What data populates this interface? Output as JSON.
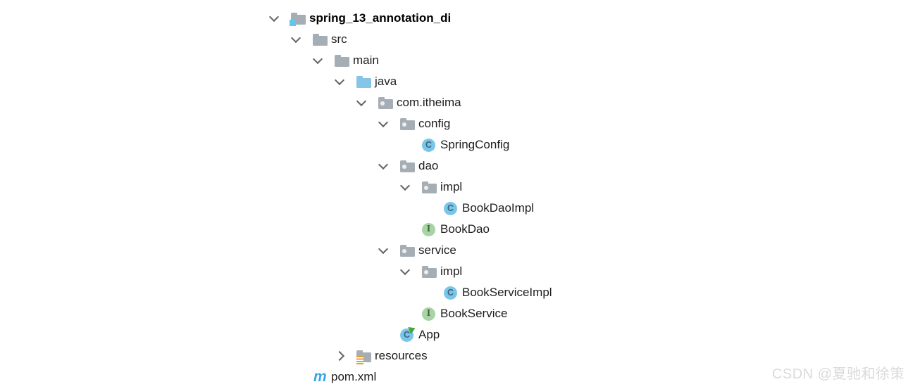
{
  "app": {
    "view": "intellij-project-tree"
  },
  "colors": {
    "background": "#ffffff",
    "folder_gray": "#a6aeb5",
    "source_root_blue": "#85c5e8",
    "module_badge_blue": "#63c6ef",
    "class_circle_blue": "#7ac6e9",
    "interface_circle_green": "#a8d4a5",
    "run_arrow_green": "#4aa53b",
    "resources_badge_amber": "#e5a23b",
    "maven_blue": "#39a5e3",
    "label_text": "#1d1d1d",
    "chevron_gray": "#636363",
    "watermark_gray": "#dadada"
  },
  "icons": {
    "class_letter": "C",
    "interface_letter": "I",
    "maven_letter": "m"
  },
  "tree": {
    "rows": [
      {
        "label": "spring_13_annotation_di",
        "icon": "module-folder-icon",
        "level": 0,
        "chevron": "down",
        "bold": true
      },
      {
        "label": "src",
        "icon": "folder-icon",
        "level": 1,
        "chevron": "down",
        "bold": false
      },
      {
        "label": "main",
        "icon": "folder-icon",
        "level": 2,
        "chevron": "down",
        "bold": false
      },
      {
        "label": "java",
        "icon": "source-root-folder-icon",
        "level": 3,
        "chevron": "down",
        "bold": false
      },
      {
        "label": "com.itheima",
        "icon": "package-icon",
        "level": 4,
        "chevron": "down",
        "bold": false
      },
      {
        "label": "config",
        "icon": "package-icon",
        "level": 5,
        "chevron": "down",
        "bold": false
      },
      {
        "label": "SpringConfig",
        "icon": "class-icon",
        "level": 6,
        "chevron": "none",
        "bold": false
      },
      {
        "label": "dao",
        "icon": "package-icon",
        "level": 5,
        "chevron": "down",
        "bold": false
      },
      {
        "label": "impl",
        "icon": "package-icon",
        "level": 6,
        "chevron": "down",
        "bold": false
      },
      {
        "label": "BookDaoImpl",
        "icon": "class-icon",
        "level": 7,
        "chevron": "none",
        "bold": false
      },
      {
        "label": "BookDao",
        "icon": "interface-icon",
        "level": 6,
        "chevron": "none",
        "bold": false
      },
      {
        "label": "service",
        "icon": "package-icon",
        "level": 5,
        "chevron": "down",
        "bold": false
      },
      {
        "label": "impl",
        "icon": "package-icon",
        "level": 6,
        "chevron": "down",
        "bold": false
      },
      {
        "label": "BookServiceImpl",
        "icon": "class-icon",
        "level": 7,
        "chevron": "none",
        "bold": false
      },
      {
        "label": "BookService",
        "icon": "interface-icon",
        "level": 6,
        "chevron": "none",
        "bold": false
      },
      {
        "label": "App",
        "icon": "runnable-class-icon",
        "level": 5,
        "chevron": "none",
        "bold": false
      },
      {
        "label": "resources",
        "icon": "resources-root-folder-icon",
        "level": 3,
        "chevron": "right",
        "bold": false
      },
      {
        "label": "pom.xml",
        "icon": "maven-icon",
        "level": 1,
        "chevron": "none",
        "bold": false
      }
    ]
  },
  "watermark": {
    "text": "CSDN @夏驰和徐策"
  }
}
